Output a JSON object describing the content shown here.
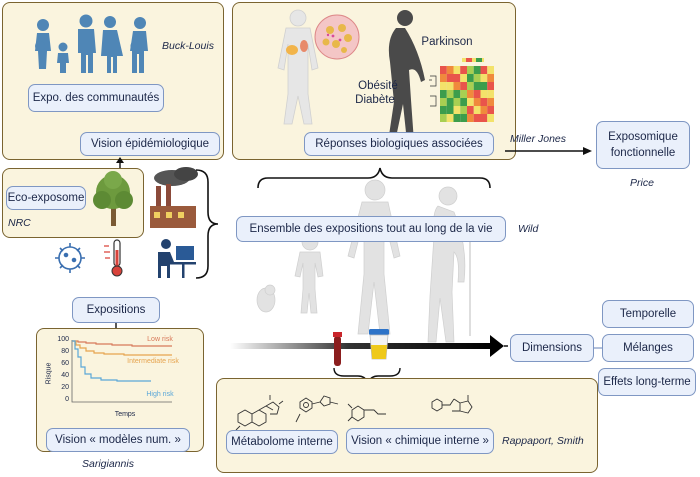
{
  "panels": {
    "buck_louis": {
      "author": "Buck-Louis",
      "community": "Expo. des communautés",
      "vision": "Vision épidémiologique"
    },
    "bio": {
      "obesity": "Obésité",
      "diabetes": "Diabète",
      "parkinson": "Parkinson",
      "responses": "Réponses biologiques associées"
    },
    "nrc": {
      "eco": "Eco-exposome",
      "author": "NRC"
    },
    "model": {
      "expositions": "Expositions",
      "vision": "Vision « modèles num. »",
      "author": "Sarigiannis",
      "risk_chart": {
        "ylabel": "Risque",
        "xlabel": "Temps",
        "ticks": [
          "100",
          "80",
          "60",
          "40",
          "20",
          "0"
        ],
        "low": "Low risk",
        "intermediate": "Intermediate risk",
        "high": "High risk"
      }
    },
    "chem": {
      "metabolome": "Métabolome interne",
      "vision": "Vision « chimique interne »",
      "author": "Rappaport, Smith"
    }
  },
  "functional": {
    "title": "Exposomique fonctionnelle",
    "author_left": "Miller Jones",
    "author_below": "Price"
  },
  "lifetime": {
    "label": "Ensemble des expositions tout au long de la vie",
    "author": "Wild"
  },
  "dimensions": {
    "label": "Dimensions",
    "items": [
      "Temporelle",
      "Mélanges",
      "Effets long-terme"
    ]
  },
  "colors": {
    "panel_bg": "#faf4de",
    "panel_border": "#7a6430",
    "box_bg": "#eaf0fb",
    "box_border": "#7f97c3",
    "family_icon": "#4f86b6",
    "low_risk": "#d8795a",
    "intermediate_risk": "#e6a44f",
    "high_risk": "#5aa7d8"
  }
}
